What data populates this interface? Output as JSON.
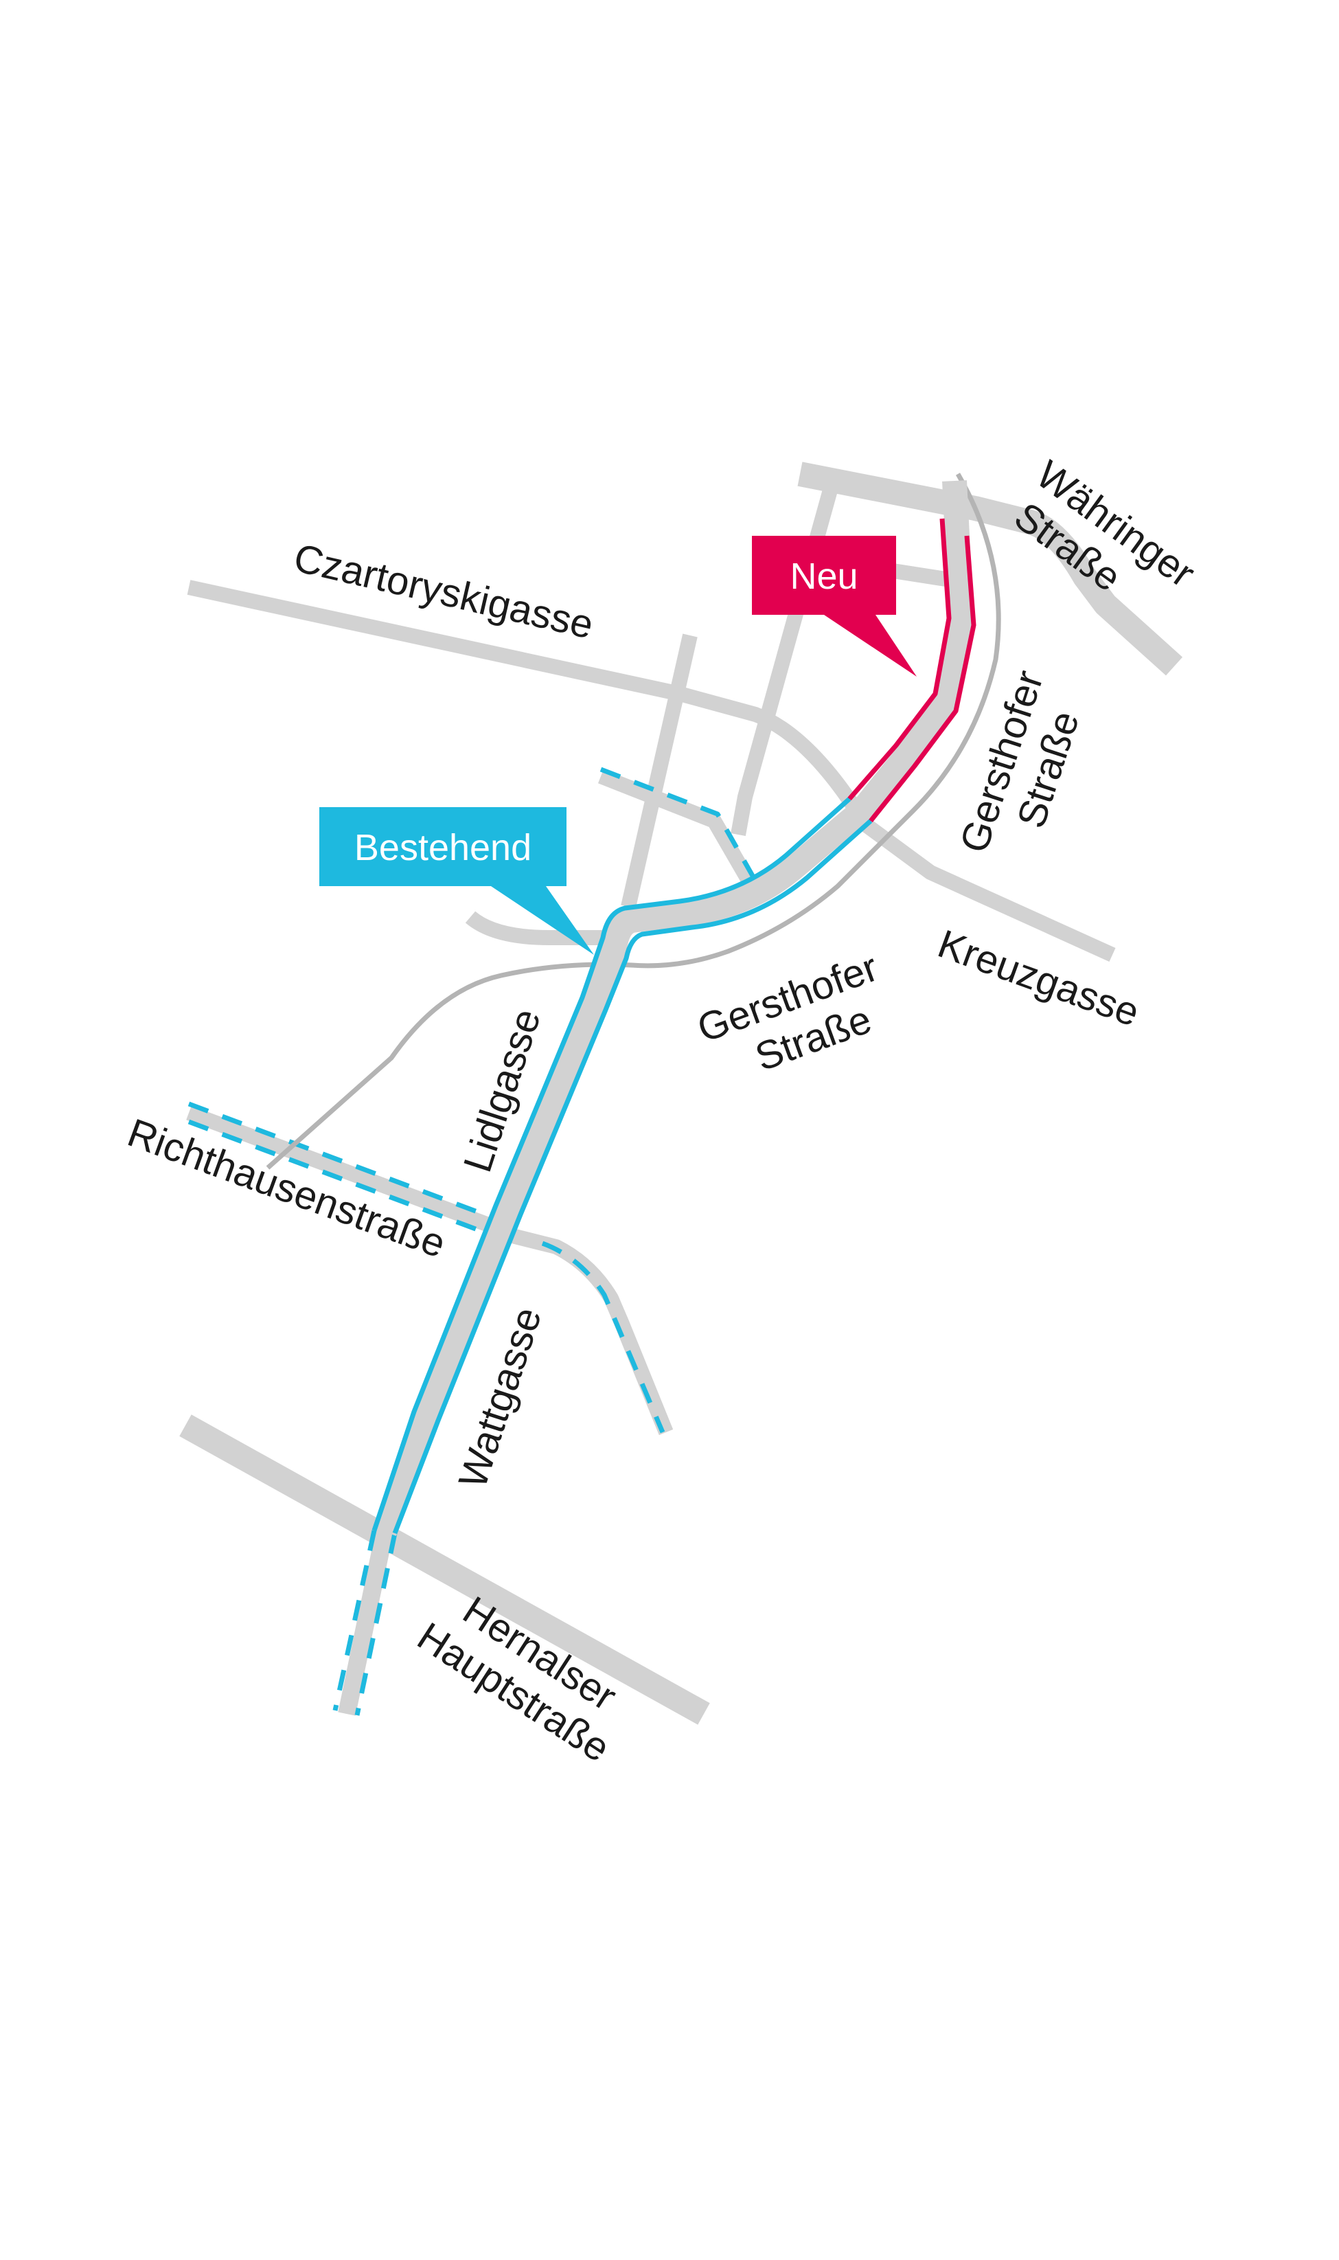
{
  "colors": {
    "background": "#ffffff",
    "street": "#d2d2d2",
    "track": "#b4b4b4",
    "existing_route": "#1eb9df",
    "new_route": "#e2004f",
    "label_text": "#1a1a1a",
    "callout_text": "#ffffff"
  },
  "callouts": {
    "new": "Neu",
    "existing": "Bestehend"
  },
  "streets": {
    "waehringer_1": "Währinger",
    "waehringer_2": "Straße",
    "czartoryskigasse": "Czartoryskigasse",
    "gersthofer_upper_1": "Gersthofer",
    "gersthofer_upper_2": "Straße",
    "kreuzgasse": "Kreuzgasse",
    "gersthofer_lower_1": "Gersthofer",
    "gersthofer_lower_2": "Straße",
    "lidlgasse": "Lidlgasse",
    "richthausenstrasse": "Richthausenstraße",
    "wattgasse": "Wattgasse",
    "hernalser_1": "Hernalser",
    "hernalser_2": "Hauptstraße"
  }
}
